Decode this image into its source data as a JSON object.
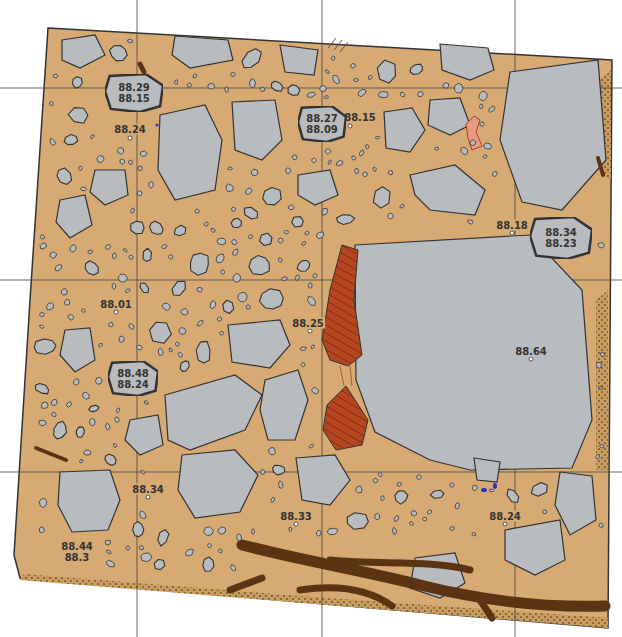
{
  "diagram": {
    "nodes": [
      {
        "text": [
          "88.29",
          "88.15"
        ]
      },
      {
        "text": [
          "88.27",
          "88.09"
        ]
      },
      {
        "text": [
          "88.34",
          "88.23"
        ]
      },
      {
        "text": [
          "88.48",
          "88.24"
        ]
      }
    ],
    "labels": [
      "88.24",
      "88.15",
      "88.18",
      "88.01",
      "88.25",
      "88.64",
      "88.34",
      "88.33",
      "88.24",
      "88.44",
      "88.3"
    ]
  }
}
